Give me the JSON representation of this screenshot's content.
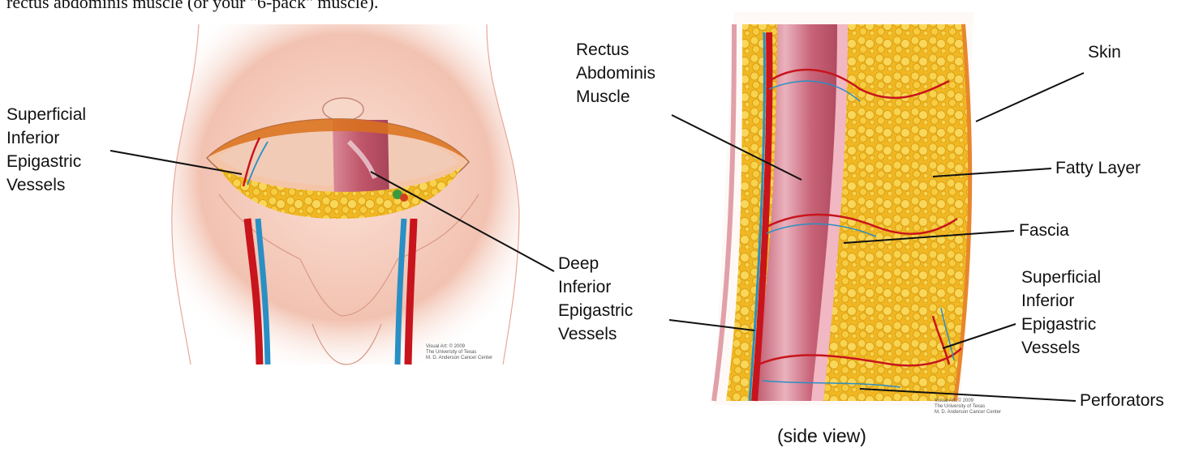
{
  "intro_text": "rectus abdominis muscle (or your \"6-pack\" muscle).",
  "front_view": {
    "labels": {
      "superficial_vessels": [
        "Superficial",
        "Inferior",
        "Epigastric",
        "Vessels"
      ],
      "deep_vessels": [
        "Deep",
        "Inferior",
        "Epigastric",
        "Vessels"
      ]
    },
    "credit": [
      "Visual Art: © 2009",
      "The University of Texas",
      "M. D. Anderson Cancer Center"
    ]
  },
  "side_view": {
    "labels": {
      "rectus": [
        "Rectus",
        "Abdominis",
        "Muscle"
      ],
      "skin": [
        "Skin"
      ],
      "fatty_layer": [
        "Fatty Layer"
      ],
      "fascia": [
        "Fascia"
      ],
      "superficial_vessels": [
        "Superficial",
        "Inferior",
        "Epigastric",
        "Vessels"
      ],
      "perforators": [
        "Perforators"
      ]
    },
    "credit": [
      "Visual Art: © 2009",
      "The University of Texas",
      "M. D. Anderson Cancer Center"
    ],
    "caption": "(side view)"
  },
  "colors": {
    "skin": "#f4c9b8",
    "muscle": "#c0566a",
    "fat": "#f3c232",
    "artery": "#c8141c",
    "vein": "#2a8fc4"
  }
}
